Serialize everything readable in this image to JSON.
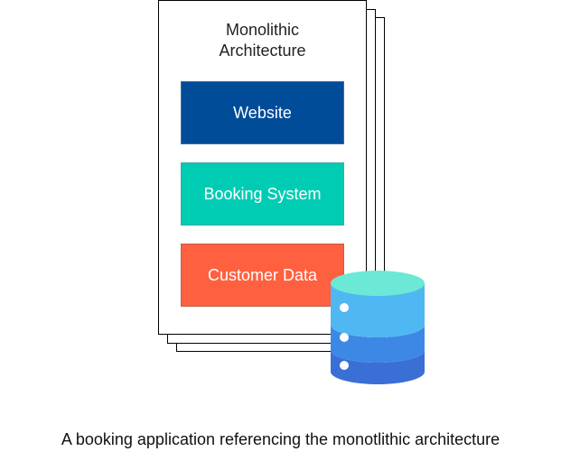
{
  "diagram": {
    "title_lines": [
      "Monolithic",
      "Architecture"
    ],
    "modules": [
      {
        "label": "Website",
        "color": "#004c99",
        "border": "#3a6ea5"
      },
      {
        "label": "Booking System",
        "color": "#00ccb4",
        "border": "#4aa6a0"
      },
      {
        "label": "Customer Data",
        "color": "#ff6040",
        "border": "#c0604a"
      }
    ],
    "database": {
      "icon": "database-icon",
      "colors": {
        "top": "#6ce9d6",
        "band1": "#4fb8f2",
        "band2": "#3d88e4",
        "band3": "#3a6fd5",
        "dots": "#ffffff"
      }
    }
  },
  "caption": "A booking application referencing the monotlithic architecture"
}
